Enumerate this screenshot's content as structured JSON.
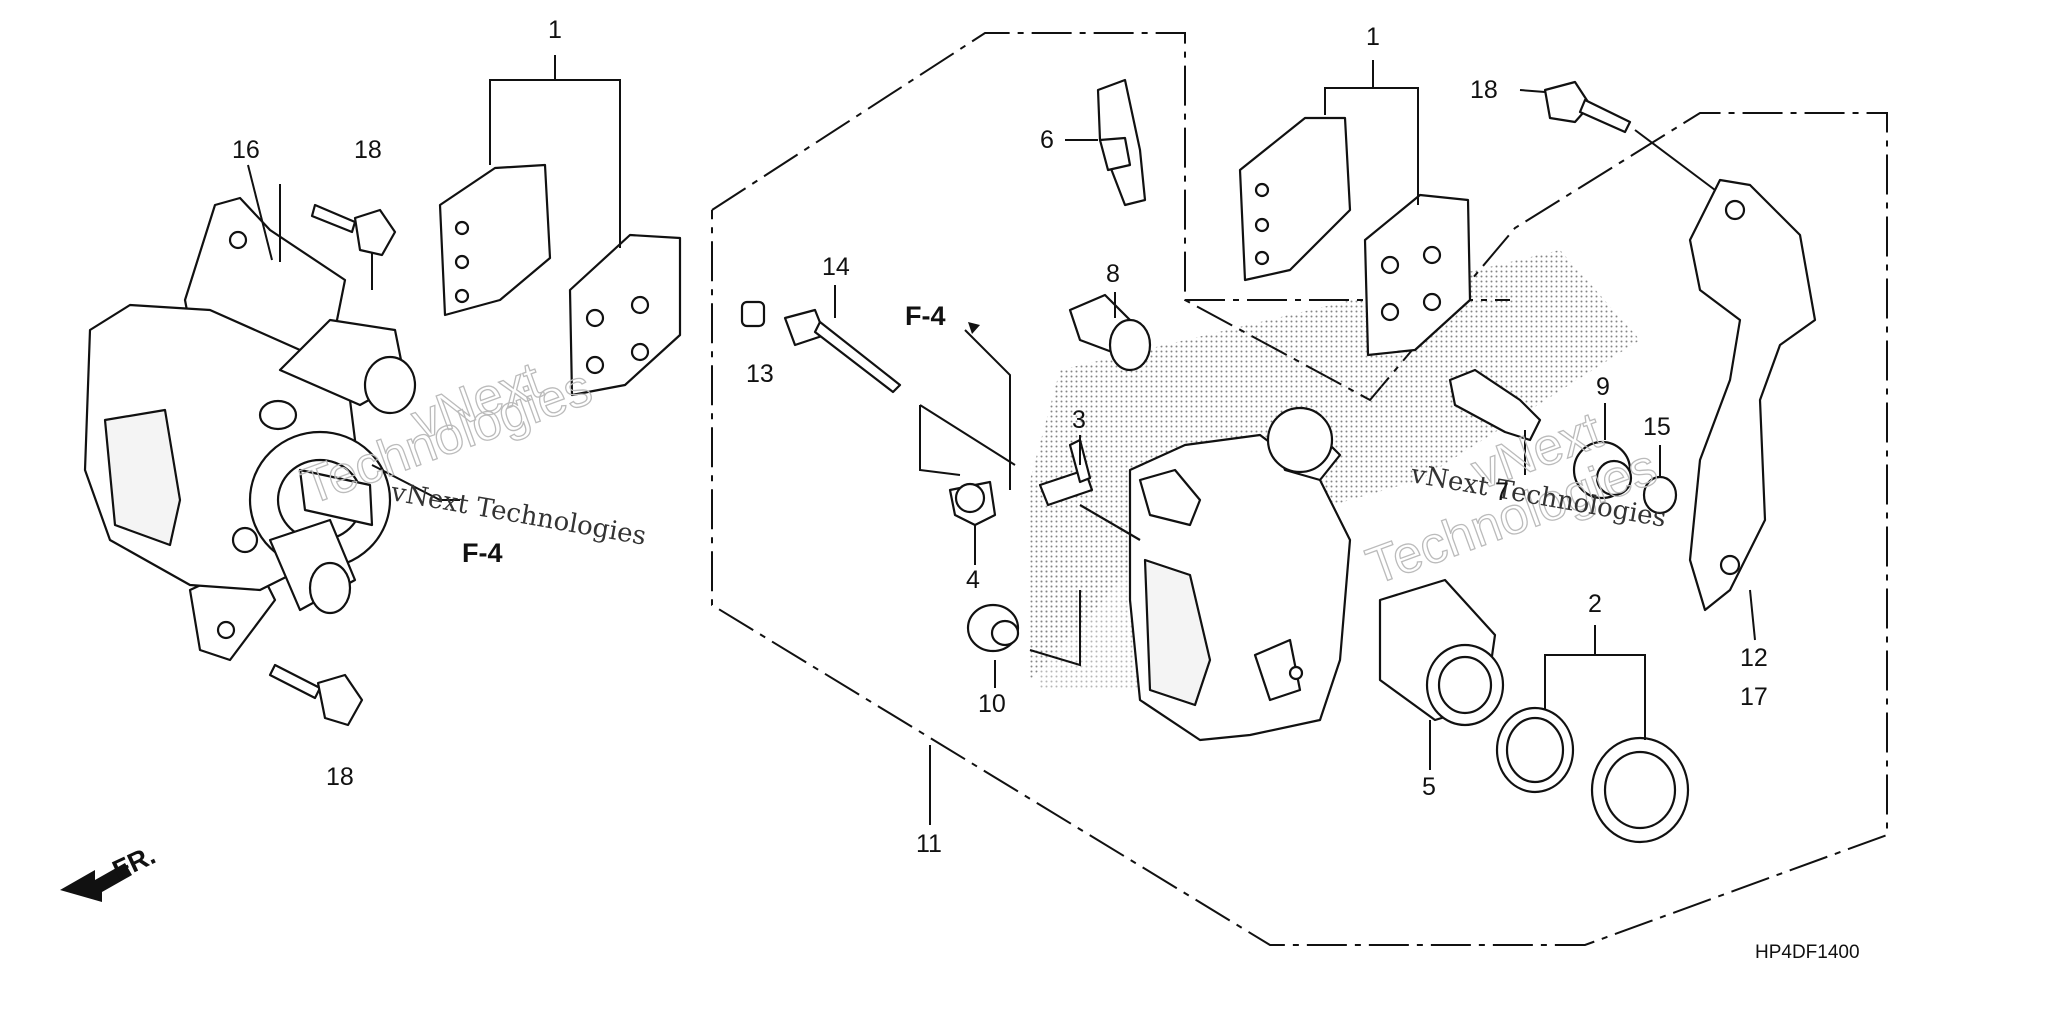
{
  "diagram_code": "HP4DF1400",
  "front_label": "FR.",
  "ref_label": "F-4",
  "watermark": {
    "line1": "vNext Technologies",
    "line2a": "vNext",
    "line2b": "Technologies"
  },
  "callouts": {
    "c1": "1",
    "c2": "2",
    "c3": "3",
    "c4": "4",
    "c5": "5",
    "c6": "6",
    "c7": "7",
    "c8": "8",
    "c9": "9",
    "c10": "10",
    "c11": "11",
    "c12": "12",
    "c13": "13",
    "c14": "14",
    "c15": "15",
    "c16": "16",
    "c17": "17",
    "c18": "18"
  }
}
